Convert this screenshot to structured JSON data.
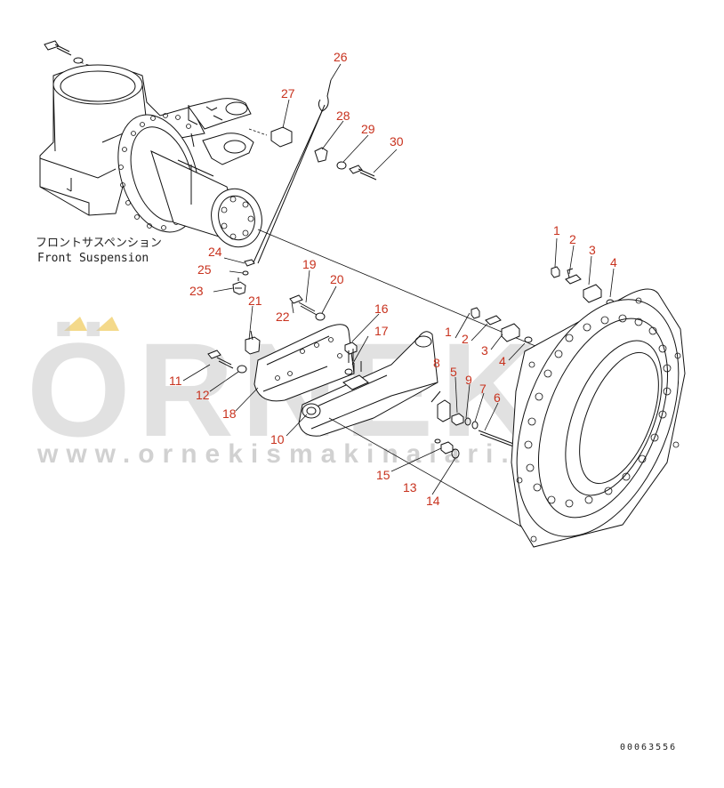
{
  "caption": {
    "japanese": "フロントサスペンション",
    "english": "Front Suspension"
  },
  "watermark": {
    "brand": "ÖRNEK",
    "url": "www.ornekismakinalari.com.tr",
    "accent_color": "#f4d98a"
  },
  "document_number": "00063556",
  "callouts": [
    {
      "id": "c1a",
      "text": "1"
    },
    {
      "id": "c2a",
      "text": "2"
    },
    {
      "id": "c3a",
      "text": "3"
    },
    {
      "id": "c4a",
      "text": "4"
    },
    {
      "id": "c1b",
      "text": "1"
    },
    {
      "id": "c2b",
      "text": "2"
    },
    {
      "id": "c3b",
      "text": "3"
    },
    {
      "id": "c4b",
      "text": "4"
    },
    {
      "id": "c5",
      "text": "5"
    },
    {
      "id": "c6",
      "text": "6"
    },
    {
      "id": "c7",
      "text": "7"
    },
    {
      "id": "c8",
      "text": "8"
    },
    {
      "id": "c9",
      "text": "9"
    },
    {
      "id": "c10",
      "text": "10"
    },
    {
      "id": "c11",
      "text": "11"
    },
    {
      "id": "c12",
      "text": "12"
    },
    {
      "id": "c13",
      "text": "13"
    },
    {
      "id": "c14",
      "text": "14"
    },
    {
      "id": "c15",
      "text": "15"
    },
    {
      "id": "c16",
      "text": "16"
    },
    {
      "id": "c17",
      "text": "17"
    },
    {
      "id": "c18",
      "text": "18"
    },
    {
      "id": "c19",
      "text": "19"
    },
    {
      "id": "c20",
      "text": "20"
    },
    {
      "id": "c21",
      "text": "21"
    },
    {
      "id": "c22",
      "text": "22"
    },
    {
      "id": "c23",
      "text": "23"
    },
    {
      "id": "c24",
      "text": "24"
    },
    {
      "id": "c25",
      "text": "25"
    },
    {
      "id": "c26",
      "text": "26"
    },
    {
      "id": "c27",
      "text": "27"
    },
    {
      "id": "c28",
      "text": "28"
    },
    {
      "id": "c29",
      "text": "29"
    },
    {
      "id": "c30",
      "text": "30"
    }
  ],
  "colors": {
    "callout": "#c8321e",
    "linework": "#111111",
    "background": "#ffffff"
  }
}
